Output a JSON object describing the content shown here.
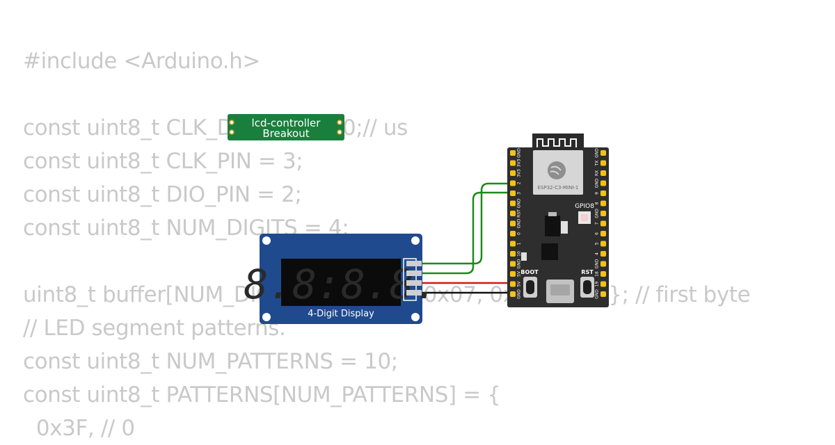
{
  "code": {
    "lines": [
      "#include <Arduino.h>",
      "",
      "const uint8_t CLK_DELAY = 100;// us",
      "const uint8_t CLK_PIN = 3;",
      "const uint8_t DIO_PIN = 2;",
      "const uint8_t NUM_DIGITS = 4;",
      "",
      "uint8_t buffer[NUM_DIGITS] = {0x07, 0x07, 0x07, 0x07}; // first byte",
      "// LED segment patterns.",
      "const uint8_t NUM_PATTERNS = 10;",
      "const uint8_t PATTERNS[NUM_PATTERNS] = {",
      "  0x3F, // 0"
    ]
  },
  "breakout": {
    "line1": "lcd-controller",
    "line2": "Breakout",
    "color": "#1a7f3c"
  },
  "display": {
    "label": "4-Digit Display",
    "digits": "8.8:8.8.",
    "color": "#1f4a8e"
  },
  "esp32": {
    "module_label": "ESP32-C3-MINI-1",
    "gpio_label": "GPIO8",
    "boot_label": "BOOT",
    "rst_label": "RST",
    "left_pins": [
      "GND",
      "3V3",
      "3V3",
      "2",
      "3",
      "GND",
      "RST",
      "GND",
      "0",
      "1",
      "10",
      "GND",
      "5V",
      "5V",
      "GND"
    ],
    "right_pins": [
      "GND",
      "TX",
      "RX",
      "GND",
      "9",
      "8",
      "GND",
      "7",
      "6",
      "5",
      "4",
      "GND",
      "18",
      "19",
      "GND"
    ]
  },
  "wire_colors": {
    "clk": "#1a8a1a",
    "dio": "#1a8a1a",
    "vcc": "#d01818",
    "gnd": "#111111"
  }
}
